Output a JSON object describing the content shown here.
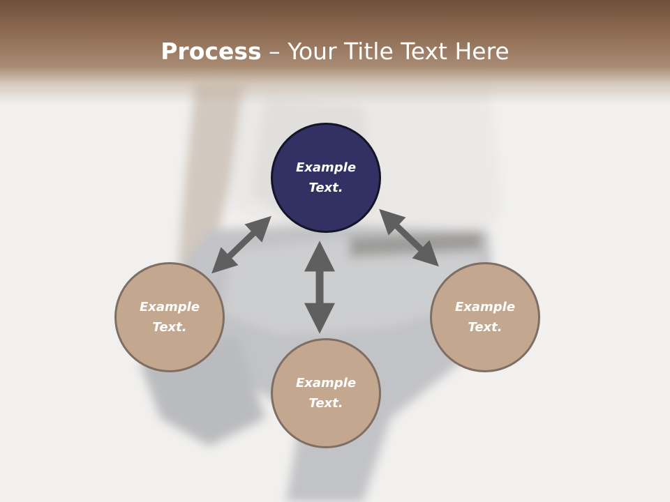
{
  "slide": {
    "title_bold": "Process",
    "title_rest": " – Your Title Text Here",
    "nodes": {
      "top": {
        "line1": "Example",
        "line2": "Text."
      },
      "left": {
        "line1": "Example",
        "line2": "Text."
      },
      "bottom": {
        "line1": "Example",
        "line2": "Text."
      },
      "right": {
        "line1": "Example",
        "line2": "Text."
      }
    }
  },
  "colors": {
    "header_brown": "#8d6a52",
    "center_node": "#333163",
    "outer_node": "#c4a78f",
    "arrow": "#5f5f5f"
  }
}
